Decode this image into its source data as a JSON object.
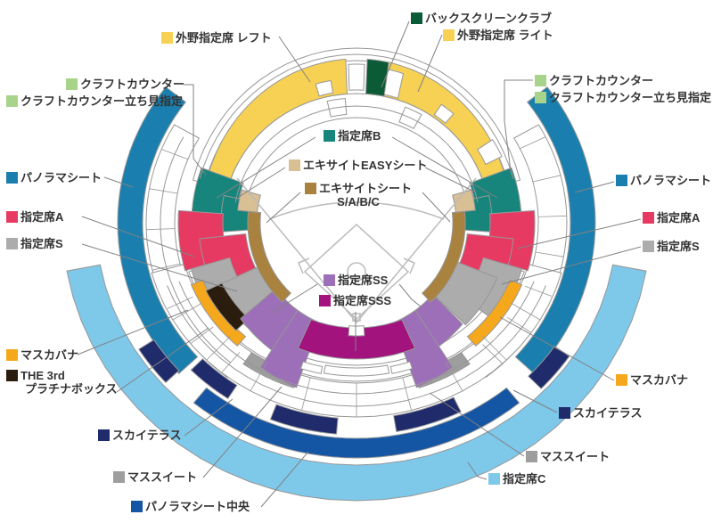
{
  "diagram": {
    "kind": "stadium-seating-map",
    "description": "baseball stadium seat section legend map"
  },
  "colors": {
    "yellow": "#F7D154",
    "darkgreen": "#0B5B36",
    "lightgreen": "#A8D38B",
    "teal": "#17857B",
    "tan": "#D9C094",
    "brown": "#A8823E",
    "blue": "#1A7FAE",
    "pink": "#E73A63",
    "gray": "#ACACAC",
    "purple": "#9C6FB8",
    "magenta": "#A2137E",
    "orange": "#F5A81C",
    "black": "#2B1D0E",
    "navy": "#1F2B6B",
    "gray2": "#9E9E9E",
    "royal": "#1455A4",
    "lightblue": "#7EC8EA",
    "white": "#FFFFFF",
    "outline": "#979797",
    "leader": "#828282",
    "fieldline": "#BBBBBB",
    "text": "#333333"
  },
  "labels": [
    {
      "label": "外野指定席 レフト",
      "color": "#F7D154"
    },
    {
      "label": "バックスクリーンクラブ",
      "color": "#0B5B36"
    },
    {
      "label": "外野指定席 ライト",
      "color": "#F7D154"
    },
    {
      "label": "クラフトカウンター",
      "color": "#A8D38B"
    },
    {
      "label": "クラフトカウンター立ち見指定",
      "color": "#A8D38B"
    },
    {
      "label": "パノラマシート",
      "color": "#1A7FAE"
    },
    {
      "label": "指定席A",
      "color": "#E73A63"
    },
    {
      "label": "指定席S",
      "color": "#ACACAC"
    },
    {
      "label": "マスカバナ",
      "color": "#F5A81C"
    },
    {
      "label": "THE 3rd",
      "label2": "プラチナボックス",
      "color": "#2B1D0E"
    },
    {
      "label": "スカイテラス",
      "color": "#1F2B6B"
    },
    {
      "label": "マススイート",
      "color": "#9E9E9E"
    },
    {
      "label": "パノラマシート中央",
      "color": "#1455A4"
    },
    {
      "label": "クラフトカウンター",
      "color": "#A8D38B"
    },
    {
      "label": "クラフトカウンター立ち見指定",
      "color": "#A8D38B"
    },
    {
      "label": "パノラマシート",
      "color": "#1A7FAE"
    },
    {
      "label": "指定席A",
      "color": "#E73A63"
    },
    {
      "label": "指定席S",
      "color": "#ACACAC"
    },
    {
      "label": "マスカバナ",
      "color": "#F5A81C"
    },
    {
      "label": "スカイテラス",
      "color": "#1F2B6B"
    },
    {
      "label": "マススイート",
      "color": "#9E9E9E"
    },
    {
      "label": "指定席C",
      "color": "#7EC8EA"
    },
    {
      "label": "指定席B",
      "color": "#17857B"
    },
    {
      "label": "エキサイトEASYシート",
      "color": "#D9C094"
    },
    {
      "label": "エキサイトシート",
      "label2": "S/A/B/C",
      "color": "#A8823E"
    },
    {
      "label": "指定席SS",
      "color": "#9C6FB8"
    },
    {
      "label": "指定席SSS",
      "color": "#A2137E"
    }
  ]
}
